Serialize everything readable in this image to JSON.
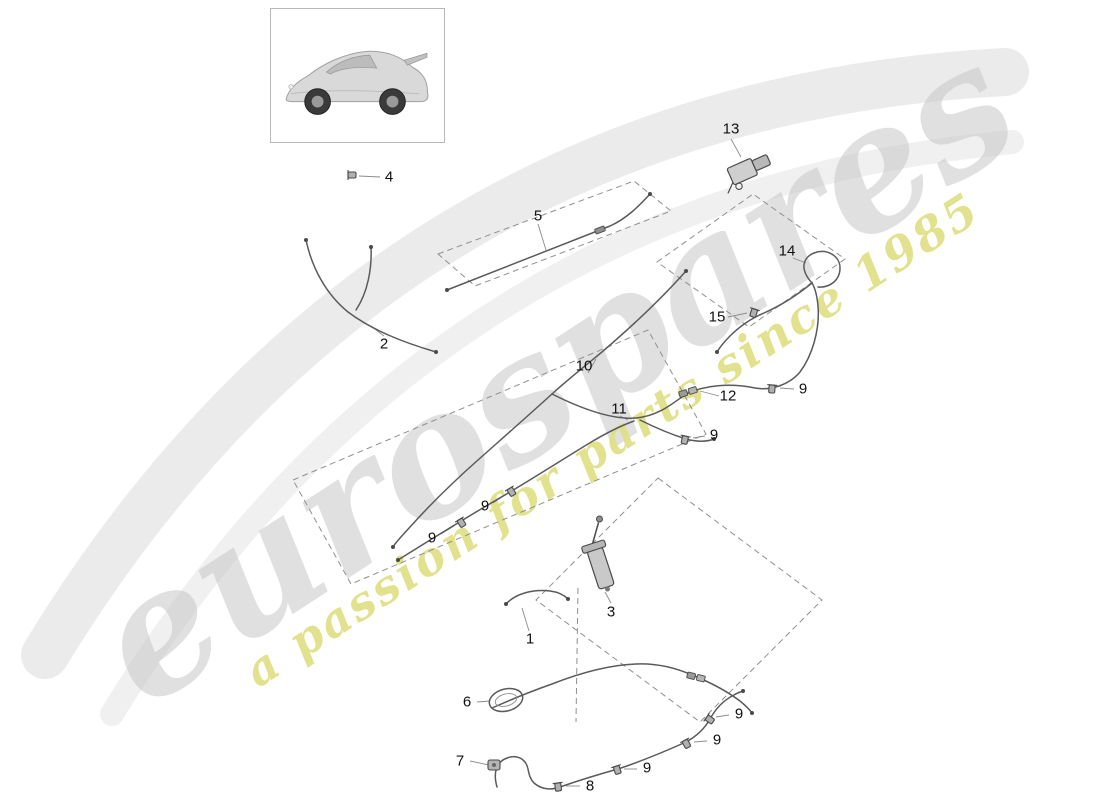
{
  "watermark": {
    "brand": "eurospares",
    "tagline": "a passion for parts since 1985",
    "brand_color": "#c7c7c7",
    "tagline_color": "#dfdf85"
  },
  "colors": {
    "pipe": "#5a5a5a",
    "dashed_box": "#8f8f8f",
    "background": "#ffffff"
  },
  "diagram": {
    "callouts": [
      {
        "part": "4"
      },
      {
        "part": "5"
      },
      {
        "part": "13"
      },
      {
        "part": "14"
      },
      {
        "part": "15"
      },
      {
        "part": "2"
      },
      {
        "part": "10"
      },
      {
        "part": "12"
      },
      {
        "part": "9"
      },
      {
        "part": "11"
      },
      {
        "part": "9"
      },
      {
        "part": "9"
      },
      {
        "part": "9"
      },
      {
        "part": "3"
      },
      {
        "part": "1"
      },
      {
        "part": "6"
      },
      {
        "part": "9"
      },
      {
        "part": "9"
      },
      {
        "part": "7"
      },
      {
        "part": "9"
      },
      {
        "part": "8"
      }
    ]
  }
}
